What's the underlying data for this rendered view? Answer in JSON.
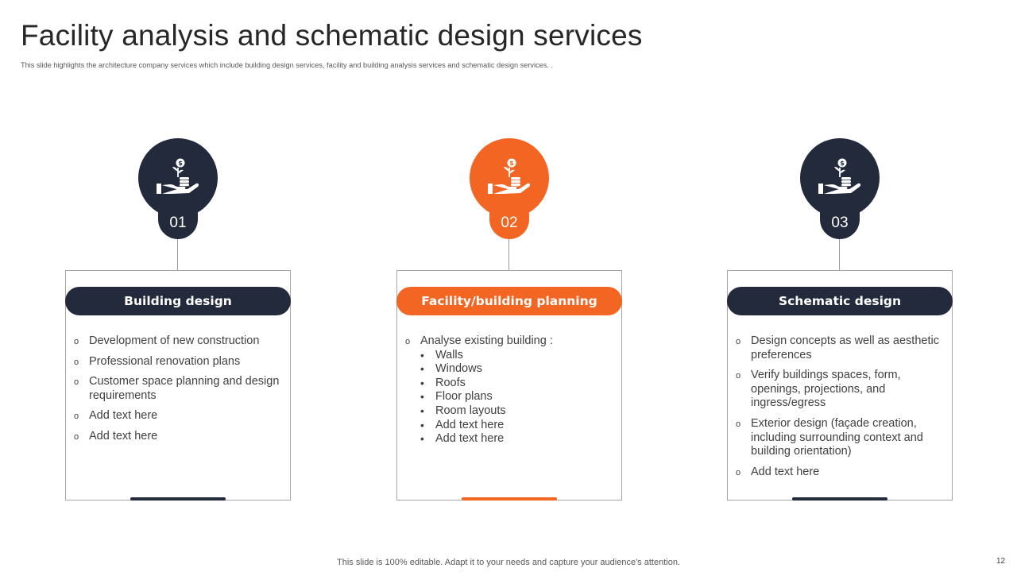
{
  "slide": {
    "title": "Facility analysis and schematic design services",
    "subtitle": "This slide highlights the architecture company services which include building design services, facility and building analysis services and schematic design services. .",
    "footer": "This slide is 100% editable. Adapt it to your needs and capture your audience's attention.",
    "page_number": "12"
  },
  "colors": {
    "dark": "#232A3B",
    "accent": "#F26522"
  },
  "icon": "hand-coins-plant-icon",
  "cards": [
    {
      "number": "01",
      "heading": "Building design",
      "color": "dark",
      "items": [
        "Development of new construction",
        "Professional renovation plans",
        "Customer space planning and design requirements",
        "Add text here",
        "Add text here"
      ]
    },
    {
      "number": "02",
      "heading": "Facility/building planning",
      "color": "accent",
      "lead_item": "Analyse existing building :",
      "sub_items": [
        "Walls",
        "Windows",
        "Roofs",
        "Floor plans",
        "Room layouts",
        "Add text here",
        "Add text here"
      ]
    },
    {
      "number": "03",
      "heading": "Schematic design",
      "color": "dark",
      "items": [
        "Design concepts as well as aesthetic preferences",
        "Verify buildings spaces, form, openings, projections, and ingress/egress",
        "Exterior design (façade creation, including surrounding context and building orientation)",
        "Add text here"
      ]
    }
  ]
}
